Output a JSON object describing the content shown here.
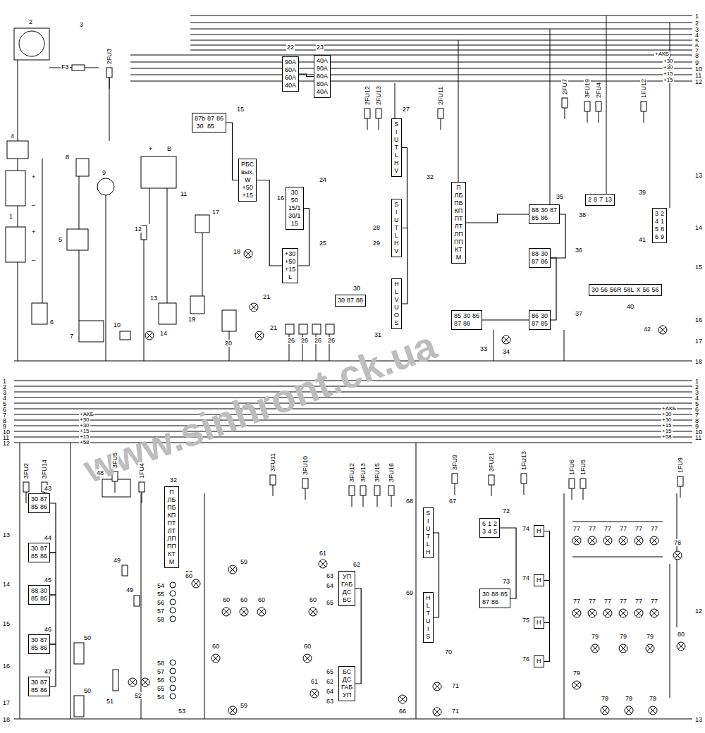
{
  "diagram": {
    "nodes": [
      {
        "text": [
          "90A",
          "60A",
          "60A",
          "40A"
        ]
      },
      {
        "text": [
          "40A",
          "90A",
          "80A",
          "80A",
          "40A"
        ]
      },
      {
        "text": [
          "87b",
          "87",
          "86",
          "30",
          "85"
        ]
      },
      {
        "text": [
          "РБС",
          "вых.",
          "W",
          "+50",
          "+15"
        ]
      },
      {
        "text": [
          "30",
          "50",
          "15/1",
          "30/1",
          "15"
        ]
      },
      {
        "text": [
          "+30",
          "+50",
          "+15",
          "L"
        ]
      },
      {
        "text": [
          "30",
          "87",
          "88"
        ]
      },
      {
        "text": [
          "S",
          "I",
          "U",
          "T",
          "L",
          "H",
          "V"
        ]
      },
      {
        "text": [
          "S",
          "I",
          "U",
          "T",
          "L",
          "H",
          "V"
        ]
      },
      {
        "text": [
          "H",
          "L",
          "V",
          "U",
          "O",
          "S"
        ]
      },
      {
        "text": [
          "П",
          "ЛБ",
          "ПБ",
          "КП",
          "ПТ",
          "ЛТ",
          "ЛП",
          "ПП",
          "КТ",
          "М"
        ]
      },
      {
        "text": [
          "88",
          "30",
          "87",
          "85",
          "86"
        ]
      },
      {
        "text": [
          "88",
          "30",
          "87",
          "86"
        ]
      },
      {
        "text": [
          "86",
          "30",
          "87",
          "85"
        ]
      },
      {
        "text": [
          "85",
          "30",
          "86",
          "87",
          "88"
        ]
      },
      {
        "text": [
          "2",
          "8",
          "7",
          "13"
        ]
      },
      {
        "text": [
          "30",
          "56",
          "56R",
          "58L",
          "X",
          "56",
          "56"
        ]
      },
      {
        "text": [
          "3",
          "2",
          "4",
          "1",
          "5",
          "8",
          "6",
          "9"
        ]
      },
      {
        "text": [
          "30",
          "87",
          "85",
          "86"
        ]
      },
      {
        "text": [
          "30",
          "87",
          "85",
          "86"
        ]
      },
      {
        "text": [
          "88",
          "30",
          "85",
          "86"
        ]
      },
      {
        "text": [
          "30",
          "87",
          "85",
          "86"
        ]
      },
      {
        "text": [
          "30",
          "87",
          "85",
          "86"
        ]
      },
      {
        "text": [
          "П",
          "ЛБ",
          "ПБ",
          "КП",
          "ПТ",
          "ЛТ",
          "ЛП",
          "ПП",
          "КТ",
          "М"
        ]
      },
      {
        "text": [
          "УП",
          "ГАБ",
          "ДС",
          "БС"
        ]
      },
      {
        "text": [
          "БС",
          "ДС",
          "ГАБ",
          "УП"
        ]
      },
      {
        "text": [
          "S",
          "I",
          "U",
          "T",
          "L",
          "H"
        ]
      },
      {
        "text": [
          "H",
          "L",
          "T",
          "U",
          "I",
          "S"
        ]
      },
      {
        "text": [
          "6",
          "1",
          "2",
          "3",
          "4",
          "5"
        ]
      },
      {
        "text": [
          "30",
          "88",
          "85",
          "87",
          "86"
        ]
      },
      {
        "text": [
          "H"
        ]
      },
      {
        "text": [
          "H"
        ]
      },
      {
        "text": [
          "H"
        ]
      },
      {
        "text": [
          "H"
        ]
      }
    ],
    "edges": [
      {
        "from": 0,
        "to": 1,
        "arrow": "none"
      },
      {
        "from": 2,
        "to": 3,
        "arrow": "none"
      },
      {
        "from": 4,
        "to": 5,
        "arrow": "none"
      },
      {
        "from": 3,
        "to": 5,
        "arrow": "none"
      },
      {
        "from": 7,
        "to": 8,
        "arrow": "none"
      },
      {
        "from": 8,
        "to": 9,
        "arrow": "none"
      },
      {
        "from": 10,
        "to": 11,
        "arrow": "none"
      },
      {
        "from": 11,
        "to": 12,
        "arrow": "none"
      },
      {
        "from": 12,
        "to": 13,
        "arrow": "none"
      },
      {
        "from": 14,
        "to": 13,
        "arrow": "none"
      },
      {
        "from": 18,
        "to": 19,
        "arrow": "none"
      },
      {
        "from": 19,
        "to": 20,
        "arrow": "none"
      },
      {
        "from": 20,
        "to": 21,
        "arrow": "none"
      },
      {
        "from": 21,
        "to": 22,
        "arrow": "none"
      },
      {
        "from": 24,
        "to": 25,
        "arrow": "none"
      },
      {
        "from": 26,
        "to": 27,
        "arrow": "none"
      },
      {
        "from": 28,
        "to": 29,
        "arrow": "none"
      },
      {
        "from": 30,
        "to": 31,
        "arrow": "none"
      },
      {
        "from": 31,
        "to": 32,
        "arrow": "none"
      },
      {
        "from": 32,
        "to": 33,
        "arrow": "none"
      }
    ],
    "labels": [
      "1",
      "2",
      "3",
      "4",
      "5",
      "6",
      "7",
      "8",
      "9",
      "10",
      "11",
      "12",
      "13",
      "14",
      "15",
      "16",
      "17",
      "18",
      "19",
      "20",
      "21",
      "21",
      "22",
      "23",
      "24",
      "25",
      "26",
      "26",
      "26",
      "26",
      "27",
      "28",
      "29",
      "30",
      "31",
      "32",
      "33",
      "34",
      "35",
      "36",
      "37",
      "38",
      "39",
      "40",
      "41",
      "42",
      "F3",
      "2FU3",
      "2FU12",
      "2FU13",
      "2FU11",
      "2FU7",
      "3FU19",
      "2FU4",
      "1FU12",
      "+АКБ",
      "+30",
      "+30",
      "+15",
      "+15",
      "1",
      "2",
      "3",
      "4",
      "5",
      "6",
      "7",
      "8",
      "9",
      "10",
      "11",
      "12",
      "13",
      "14",
      "15",
      "16",
      "17",
      "18",
      "+",
      "–",
      "+",
      "–",
      "+",
      "B",
      "+АКБ",
      "+30",
      "+30",
      "+15",
      "+15",
      "+58",
      "+АКБ",
      "+30",
      "+30",
      "+15",
      "+15",
      "+58",
      "1",
      "2",
      "3",
      "4",
      "5",
      "6",
      "7",
      "8",
      "9",
      "10",
      "11",
      "12",
      "13",
      "14",
      "15",
      "16",
      "17",
      "18",
      "1",
      "2",
      "3",
      "4",
      "5",
      "6",
      "7",
      "8",
      "9",
      "10",
      "11",
      "12",
      "13",
      "43",
      "44",
      "45",
      "46",
      "47",
      "48",
      "49",
      "49",
      "50",
      "50",
      "51",
      "52",
      "53",
      "53",
      "54",
      "55",
      "56",
      "57",
      "58",
      "58",
      "57",
      "56",
      "55",
      "54",
      "59",
      "59",
      "60",
      "60",
      "60",
      "60",
      "60",
      "60",
      "60",
      "61",
      "61",
      "62",
      "63",
      "64",
      "65",
      "65",
      "62",
      "64",
      "63",
      "66",
      "67",
      "68",
      "69",
      "70",
      "71",
      "71",
      "72",
      "73",
      "74",
      "74",
      "75",
      "76",
      "77",
      "77",
      "77",
      "77",
      "77",
      "77",
      "77",
      "77",
      "77",
      "77",
      "77",
      "77",
      "78",
      "79",
      "79",
      "79",
      "79",
      "79",
      "79",
      "79",
      "80",
      "3FU2",
      "3FU14",
      "3FU5",
      "1FU4",
      "3FU11",
      "3FU10",
      "3FU12",
      "3FU13",
      "3FU15",
      "3FU16",
      "3FU9",
      "3FU21",
      "1FU13",
      "1FU6",
      "1FU5",
      "1FU9",
      "32",
      "www.sinhront.ck.ua"
    ]
  }
}
